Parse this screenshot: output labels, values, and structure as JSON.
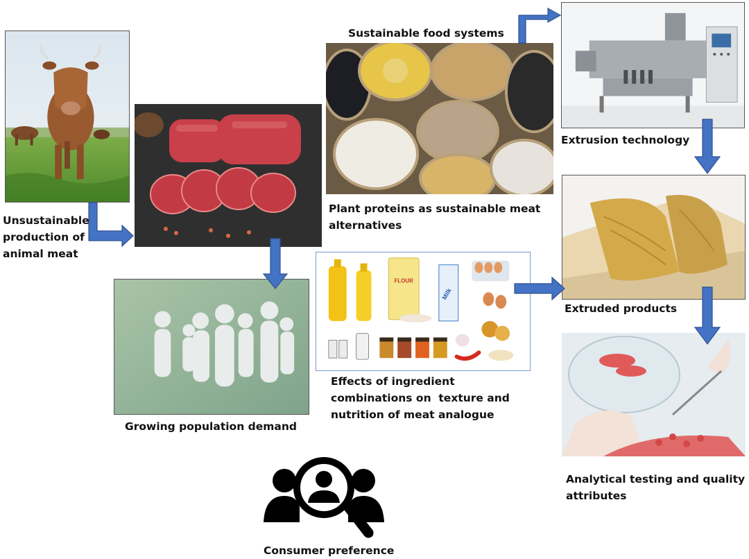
{
  "captions": {
    "unsustainable": [
      "Unsustainable",
      "production of",
      "animal meat"
    ],
    "sustainable_food": "Sustainable food systems",
    "plant_proteins": [
      "Plant proteins as sustainable meat",
      "alternatives"
    ],
    "extrusion": "Extrusion technology",
    "extruded": "Extruded products",
    "growing": "Growing population demand",
    "ingredients": [
      "Effects of ingredient",
      "combinations on  texture and",
      "nutrition of meat analogue"
    ],
    "analytical": [
      "Analytical testing and quality",
      "attributes"
    ],
    "consumer": "Consumer preference"
  },
  "product_labels": {
    "flour": "FLOUR",
    "milk": "Milk"
  },
  "colors": {
    "arrow": "#4472c4",
    "arrow_edge": "#2f528f"
  }
}
